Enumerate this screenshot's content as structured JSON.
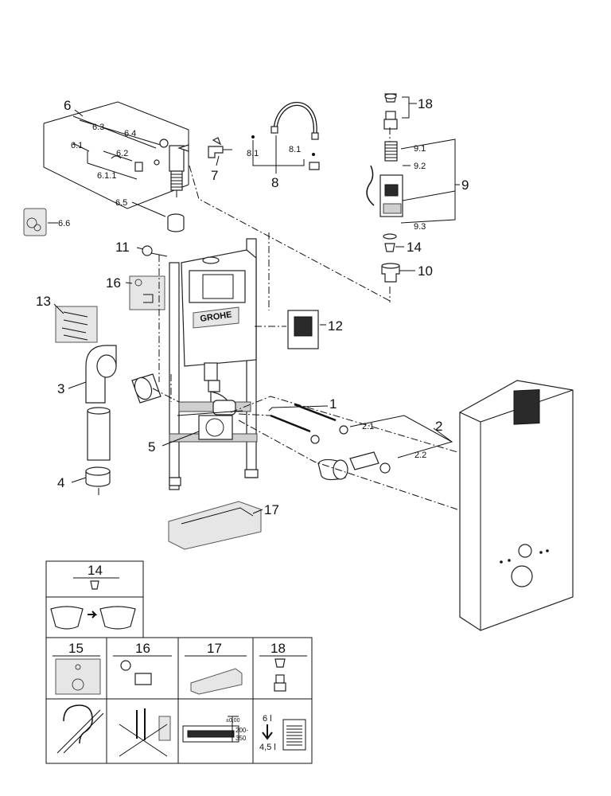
{
  "callouts": {
    "c1": "1",
    "c2": "2",
    "c2_1": "2.1",
    "c2_2": "2.2",
    "c3": "3",
    "c4": "4",
    "c5": "5",
    "c6": "6",
    "c6_1": "6.1",
    "c6_1_1": "6.1.1",
    "c6_2": "6.2",
    "c6_3": "6.3",
    "c6_4": "6.4",
    "c6_5": "6.5",
    "c6_6": "6.6",
    "c7": "7",
    "c8": "8",
    "c8_1a": "8.1",
    "c8_1b": "8.1",
    "c9": "9",
    "c9_1": "9.1",
    "c9_2": "9.2",
    "c9_3": "9.3",
    "c10": "10",
    "c11": "11",
    "c12": "12",
    "c13": "13",
    "c14": "14",
    "c16": "16",
    "c17": "17",
    "c18": "18"
  },
  "brand": "GROHE",
  "legend": {
    "p14": "14",
    "p15": "15",
    "p16": "16",
    "p17": "17",
    "p18": "18",
    "level": "±0,00",
    "range_top": "200-",
    "range_bottom": "350",
    "vol_top": "6 l",
    "vol_bottom": "4,5 l"
  }
}
